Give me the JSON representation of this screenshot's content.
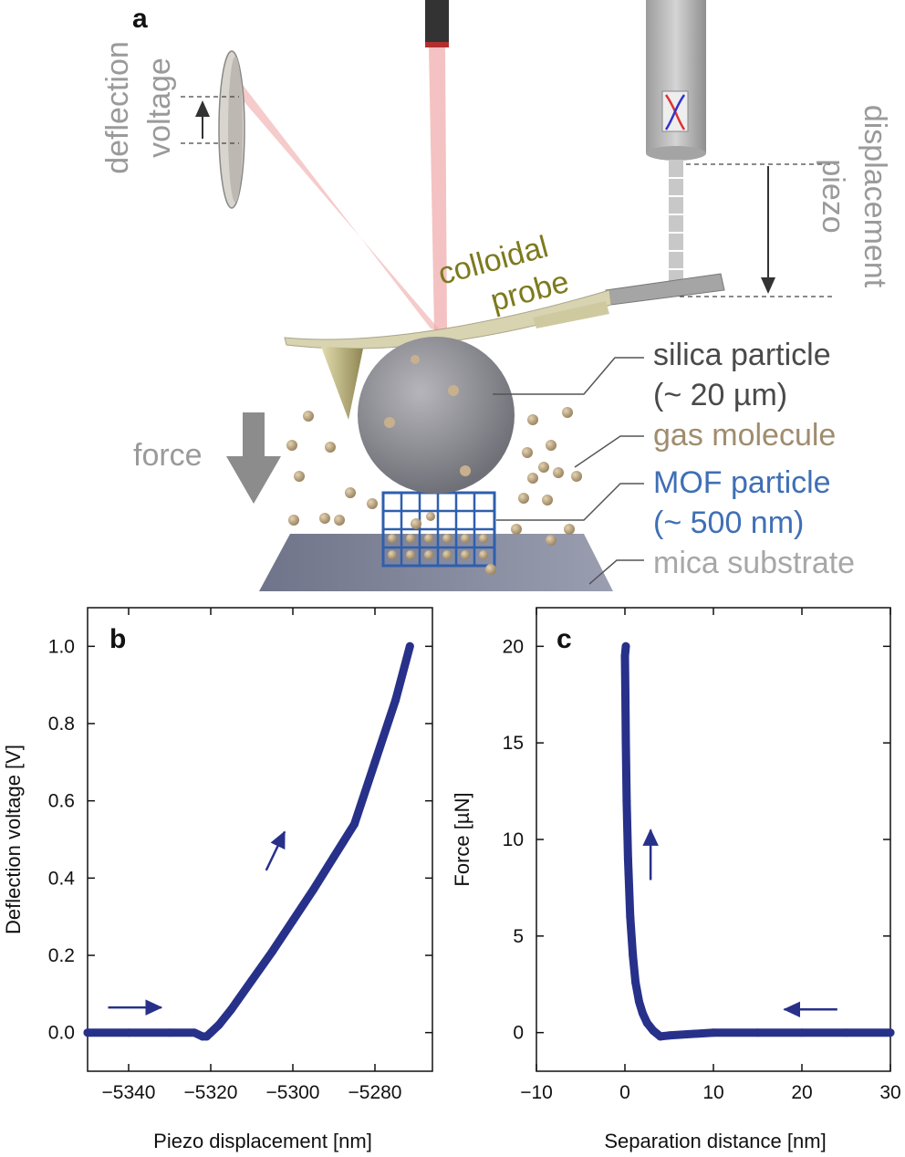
{
  "schematic": {
    "panel_label": "a",
    "deflection_label_line1": "deflection",
    "deflection_label_line2": "voltage",
    "piezo_label_line1": "piezo",
    "piezo_label_line2": "displacement",
    "colloidal_label_line1": "colloidal",
    "colloidal_label_line2": "probe",
    "silica_label_line1": "silica particle",
    "silica_label_line2": "(~ 20 µm)",
    "gas_label": "gas molecule",
    "mof_label_line1": "MOF particle",
    "mof_label_line2": "(~ 500 nm)",
    "mica_label": "mica substrate",
    "force_label": "force",
    "colors": {
      "gray_label": "#9a9a9a",
      "olive_label": "#7d7a1e",
      "dark_label": "#4a4a4a",
      "tan_label": "#a08c6e",
      "blue_label": "#3f6fb5",
      "laser": "#f0a8a8",
      "cantilever": "#d8d3b0",
      "sphere": "#8f8f95",
      "molecule": "#c7b08d",
      "mof": "#2f5fae",
      "substrate": "#7f8497"
    }
  },
  "chart_data": [
    {
      "panel_label": "b",
      "type": "scatter",
      "xlabel": "Piezo displacement [nm]",
      "ylabel": "Deflection voltage [V]",
      "xlim": [
        -5350,
        -5266
      ],
      "ylim": [
        -0.1,
        1.1
      ],
      "xticks": [
        -5340,
        -5320,
        -5300,
        -5280
      ],
      "xtick_labels": [
        "−5340",
        "−5320",
        "−5300",
        "−5280"
      ],
      "yticks": [
        0.0,
        0.2,
        0.4,
        0.6,
        0.8,
        1.0
      ],
      "ytick_labels": [
        "0.0",
        "0.2",
        "0.4",
        "0.6",
        "0.8",
        "1.0"
      ],
      "series_color": "#27318a",
      "series": [
        {
          "x": [
            -5350,
            -5340,
            -5330,
            -5324,
            -5322,
            -5321,
            -5320,
            -5318,
            -5315,
            -5310,
            -5305,
            -5300,
            -5295,
            -5290,
            -5285,
            -5280,
            -5275,
            -5271.5
          ],
          "y": [
            0.0,
            0.0,
            0.0,
            0.0,
            -0.01,
            -0.01,
            0.0,
            0.02,
            0.06,
            0.135,
            0.21,
            0.29,
            0.37,
            0.455,
            0.54,
            0.7,
            0.86,
            1.0
          ]
        }
      ],
      "arrows": [
        {
          "from": [
            -5345,
            0.065
          ],
          "to": [
            -5332,
            0.065
          ]
        },
        {
          "from": [
            -5306.5,
            0.42
          ],
          "to": [
            -5302,
            0.52
          ]
        }
      ]
    },
    {
      "panel_label": "c",
      "type": "scatter",
      "xlabel": "Separation distance [nm]",
      "ylabel": "Force [µN]",
      "xlim": [
        -10,
        30
      ],
      "ylim": [
        -2,
        22
      ],
      "xticks": [
        -10,
        0,
        10,
        20,
        30
      ],
      "xtick_labels": [
        "−10",
        "0",
        "10",
        "20",
        "30"
      ],
      "yticks": [
        0,
        5,
        10,
        15,
        20
      ],
      "ytick_labels": [
        "0",
        "5",
        "10",
        "15",
        "20"
      ],
      "series_color": "#27318a",
      "series": [
        {
          "x": [
            30,
            25,
            20,
            15,
            10,
            5,
            4,
            3.2,
            2.5,
            2.0,
            1.6,
            1.2,
            0.9,
            0.6,
            0.35,
            0.2,
            0.1,
            0.05,
            0.0,
            0.1
          ],
          "y": [
            0.0,
            0.0,
            0.0,
            0.0,
            0.0,
            -0.15,
            -0.2,
            0.1,
            0.5,
            1.0,
            1.6,
            2.6,
            4.0,
            6.0,
            9.0,
            12.0,
            15.0,
            17.5,
            19.5,
            20.0
          ]
        }
      ],
      "arrows": [
        {
          "from": [
            24,
            1.2
          ],
          "to": [
            18,
            1.2
          ]
        },
        {
          "from": [
            2.9,
            7.9
          ],
          "to": [
            2.9,
            10.5
          ]
        }
      ]
    }
  ]
}
